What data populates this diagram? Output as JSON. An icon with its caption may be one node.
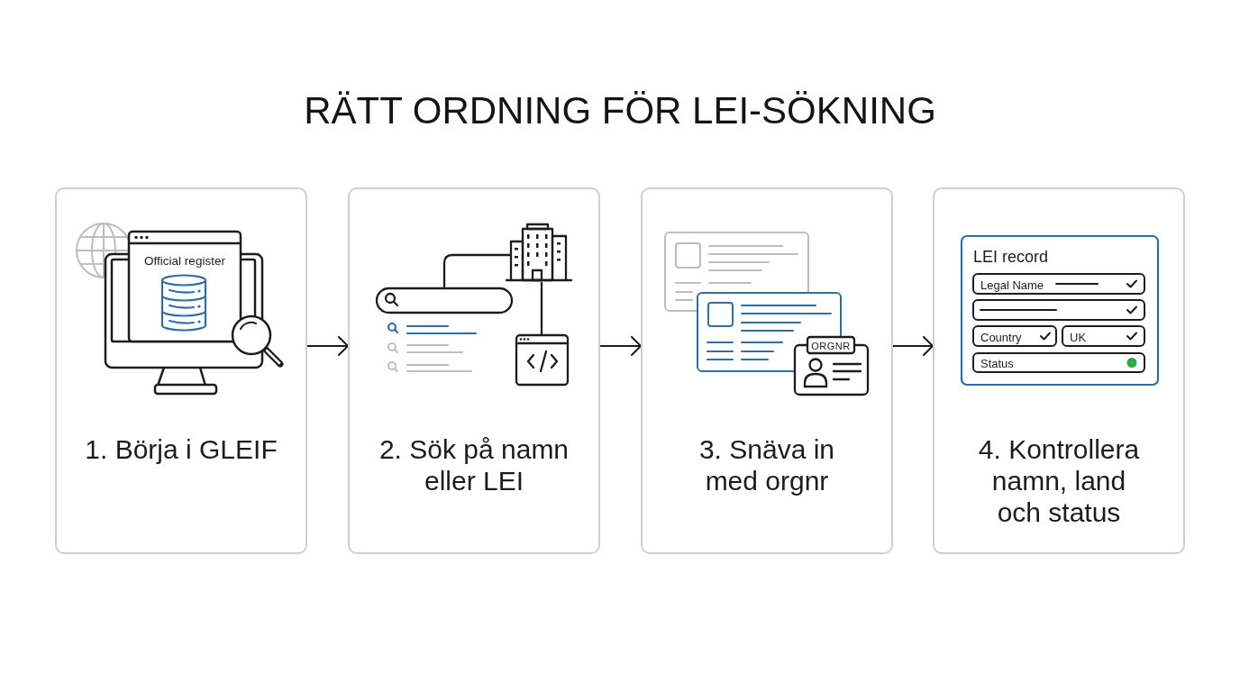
{
  "diagram": {
    "title": "RÄTT ORDNING FÖR LEI-SÖKNING",
    "nodes": [
      {
        "text": [
          "1. Börja i GLEIF"
        ]
      },
      {
        "text": [
          "2. Sök på namn eller LEI"
        ]
      },
      {
        "text": [
          "3. Snäva in med orgnr"
        ]
      },
      {
        "text": [
          "4. Kontrollera namn, land och status"
        ]
      }
    ],
    "edges": [
      {
        "from": 0,
        "to": 1,
        "arrow": "to"
      },
      {
        "from": 1,
        "to": 2,
        "arrow": "to"
      },
      {
        "from": 2,
        "to": 3,
        "arrow": "to"
      }
    ],
    "labels": [
      "Official register",
      "ORGNR",
      "LEI record",
      "Legal Name",
      "Country",
      "UK",
      "Status"
    ]
  }
}
